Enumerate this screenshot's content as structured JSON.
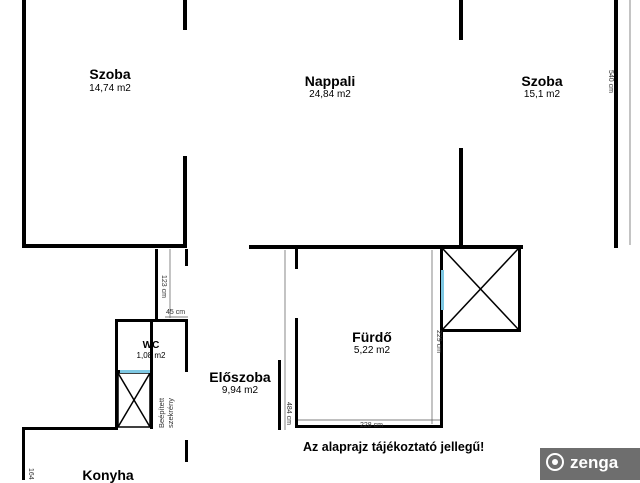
{
  "rooms": {
    "bedroom_left": {
      "name": "Szoba",
      "area": "14,74 m2"
    },
    "living": {
      "name": "Nappali",
      "area": "24,84 m2"
    },
    "bedroom_right": {
      "name": "Szoba",
      "area": "15,1 m2"
    },
    "wc": {
      "name": "WC",
      "area": "1,08 m2"
    },
    "hall": {
      "name": "Előszoba",
      "area": "9,94 m2"
    },
    "bathroom": {
      "name": "Fürdő",
      "area": "5,22 m2"
    },
    "kitchen": {
      "name": "Konyha"
    },
    "wardrobe": {
      "name": "Beépített szekrény"
    }
  },
  "dimensions": {
    "right_height": "540 cm",
    "corridor_height": "123 cm",
    "corridor_width": "45 cm",
    "bath_height": "229 cm",
    "bath_width": "228 cm",
    "hall_height": "484 cm",
    "kitchen_height": "164"
  },
  "note": "Az alaprajz tájékoztató jellegű!",
  "logo": {
    "text": "zenga"
  },
  "colors": {
    "wall": "#000000",
    "window": "#7ec8e3",
    "dimension_line": "#555555",
    "logo_bg": "#6e6e6e"
  }
}
